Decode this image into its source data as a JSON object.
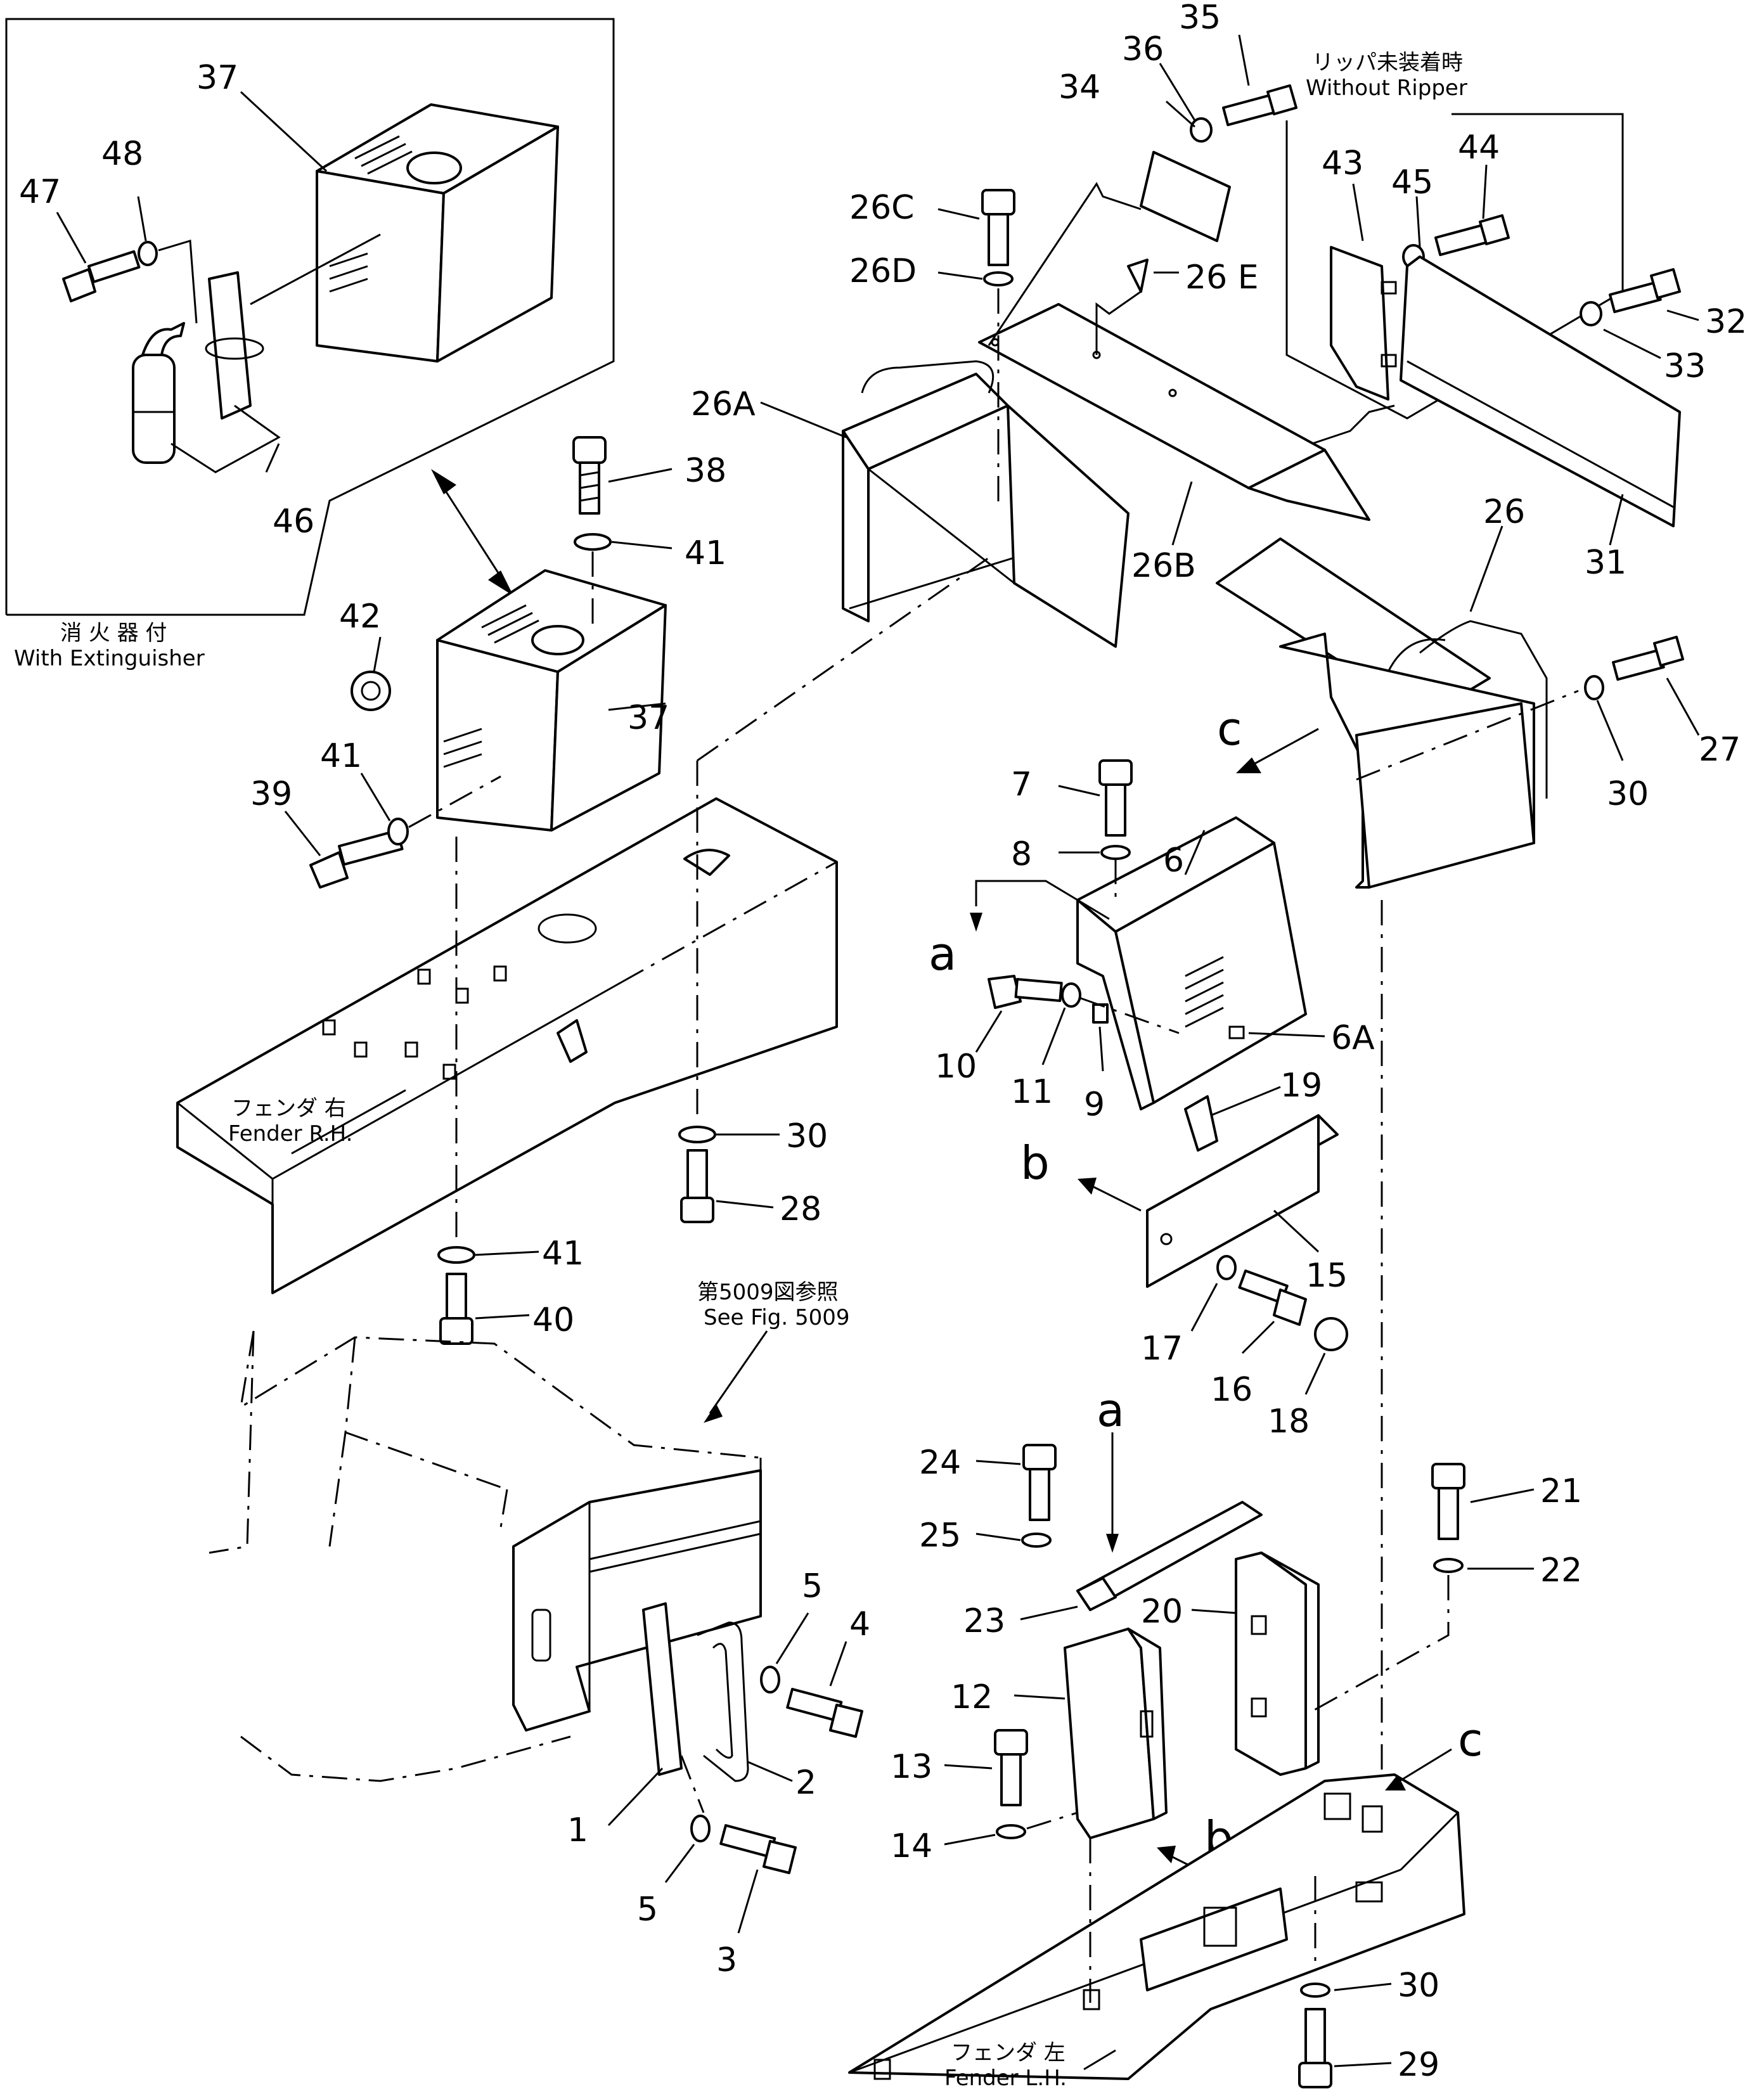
{
  "notes": {
    "extinguisher_jp": "消 火 器 付",
    "extinguisher_en": "With  Extinguisher",
    "without_ripper_jp": "リッパ未装着時",
    "without_ripper_en": "Without  Ripper",
    "see_fig_jp": "第5009図参照",
    "see_fig_en": "See  Fig.  5009",
    "fender_rh_jp": "フェンダ  右",
    "fender_rh_en": "Fender  R.H.",
    "fender_lh_jp": "フェンダ  左",
    "fender_lh_en": "Fender  L.H."
  },
  "view_letters": {
    "a_top": "a",
    "a_bottom": "a",
    "b_top": "b",
    "b_bottom": "b",
    "c_top": "c",
    "c_bottom": "c"
  },
  "part_numbers": {
    "p1": "1",
    "p2": "2",
    "p3": "3",
    "p4": "4",
    "p5a": "5",
    "p5b": "5",
    "p6": "6",
    "p6A": "6A",
    "p7": "7",
    "p8": "8",
    "p9": "9",
    "p10": "10",
    "p11": "11",
    "p12": "12",
    "p13": "13",
    "p14": "14",
    "p15": "15",
    "p16": "16",
    "p17": "17",
    "p18": "18",
    "p19": "19",
    "p20": "20",
    "p21": "21",
    "p22": "22",
    "p23": "23",
    "p24": "24",
    "p25": "25",
    "p26": "26",
    "p26A": "26A",
    "p26B": "26B",
    "p26C": "26C",
    "p26D": "26D",
    "p26E": "26 E",
    "p27": "27",
    "p28": "28",
    "p29": "29",
    "p30a": "30",
    "p30b": "30",
    "p30c": "30",
    "p31": "31",
    "p32": "32",
    "p33": "33",
    "p34": "34",
    "p35": "35",
    "p36": "36",
    "p37a": "37",
    "p37b": "37",
    "p38": "38",
    "p39": "39",
    "p40": "40",
    "p41a": "41",
    "p41b": "41",
    "p41c": "41",
    "p42": "42",
    "p43": "43",
    "p44": "44",
    "p45": "45",
    "p46": "46",
    "p47": "47",
    "p48": "48"
  }
}
